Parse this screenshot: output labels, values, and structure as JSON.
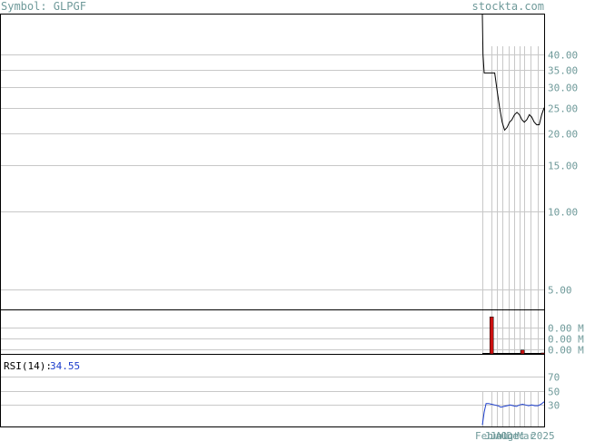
{
  "header": {
    "symbol_text": "Symbol: GLPGF",
    "watermark": "stockta.com"
  },
  "colors": {
    "text": "#6f9a9a",
    "grid": "#c8c8c8",
    "frame": "#000000",
    "price_line": "#000000",
    "volume_bar": "#cc1111",
    "rsi_line": "#1a3ccc",
    "rsi_value": "#1a3ccc"
  },
  "chart_data": [
    {
      "type": "line",
      "name": "price",
      "scale": "log",
      "ylim": [
        4.2,
        57
      ],
      "y_ticks": [
        {
          "value": 40,
          "label": "40.00"
        },
        {
          "value": 35,
          "label": "35.00"
        },
        {
          "value": 30,
          "label": "30.00"
        },
        {
          "value": 25,
          "label": "25.00"
        },
        {
          "value": 20,
          "label": "20.00"
        },
        {
          "value": 15,
          "label": "15.00"
        },
        {
          "value": 10,
          "label": "10.00"
        },
        {
          "value": 5,
          "label": "5.00"
        }
      ],
      "x_range": [
        0,
        100
      ],
      "series": [
        {
          "x": [
            0,
            1,
            3,
            6,
            10,
            15,
            20,
            24,
            28,
            32,
            36,
            40,
            44,
            48,
            52,
            56,
            60,
            64,
            68,
            72,
            76,
            80,
            84,
            88,
            92,
            96,
            100
          ],
          "y": [
            57,
            40,
            34,
            34,
            34,
            34,
            34,
            29,
            25,
            22,
            20.5,
            21,
            22,
            22.5,
            23.5,
            24,
            23.5,
            22.5,
            22,
            22.5,
            23.5,
            23,
            22,
            21.5,
            21.5,
            23.5,
            25
          ]
        }
      ]
    },
    {
      "type": "bar",
      "name": "volume",
      "y_ticks": [
        {
          "value": 2,
          "label": "0.00 M"
        },
        {
          "value": 1,
          "label": "0.00 M"
        },
        {
          "value": 0,
          "label": "0.00 M"
        }
      ],
      "ylim": [
        0,
        4
      ],
      "x_range": [
        0,
        100
      ],
      "bars": [
        {
          "x": 15,
          "value": 3.4
        },
        {
          "x": 65,
          "value": 0.35
        },
        {
          "x": 98,
          "value": 0.08
        }
      ]
    },
    {
      "type": "line",
      "name": "rsi",
      "label": "RSI(14):",
      "value_text": "34.55",
      "ylim": [
        0,
        100
      ],
      "y_ticks": [
        {
          "value": 70,
          "label": "70"
        },
        {
          "value": 50,
          "label": "50"
        },
        {
          "value": 30,
          "label": "30"
        }
      ],
      "x_range": [
        0,
        100
      ],
      "series": [
        {
          "x": [
            0,
            3,
            6,
            10,
            15,
            20,
            25,
            30,
            35,
            40,
            45,
            50,
            55,
            60,
            65,
            70,
            75,
            80,
            85,
            90,
            95,
            100
          ],
          "y": [
            2,
            20,
            32,
            32,
            31,
            30,
            29,
            27,
            28,
            29,
            30,
            29,
            28,
            30,
            31,
            30,
            29,
            30,
            29,
            29,
            31,
            34.55
          ]
        }
      ]
    }
  ],
  "x_axis": {
    "labels": [
      {
        "x": 0,
        "text": "Feb"
      },
      {
        "x": 15,
        "text": "Jun"
      },
      {
        "x": 24,
        "text": "Jul"
      },
      {
        "x": 33,
        "text": "Aug"
      },
      {
        "x": 42,
        "text": "Oct"
      },
      {
        "x": 51,
        "text": "Dec"
      },
      {
        "x": 68,
        "text": "Mar"
      },
      {
        "x": 90,
        "text": "2025"
      }
    ],
    "grid_x": [
      0,
      15,
      24,
      33,
      42,
      51,
      60,
      68,
      78,
      90
    ]
  }
}
